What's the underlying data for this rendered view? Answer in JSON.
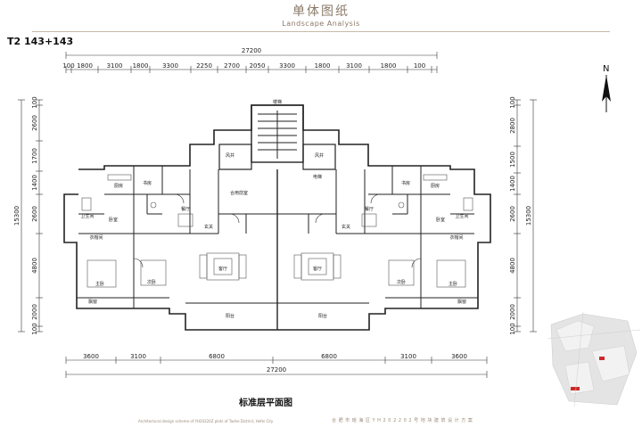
{
  "header": {
    "title": "单体图纸",
    "subtitle": "Landscape Analysis"
  },
  "plan_label": "T2 143+143",
  "plan_title": "标准层平面图",
  "compass_letter": "N",
  "footer": {
    "left": "Architectural design scheme of YH20220Z plots of Taohe District, Hefei City",
    "right": "合 肥 市 瑶 海 区 Y H 2 0 2 2 0 2 号 地 块 建 筑 设 计 方 案"
  },
  "dimensions": {
    "top_total": "27200",
    "top_segments": [
      "100",
      "1800",
      "3100",
      "1800",
      "3300",
      "2250",
      "2700",
      "2050",
      "3300",
      "1800",
      "3100",
      "1800",
      "100"
    ],
    "bottom_total": "27200",
    "bottom_segments": [
      "3600",
      "3100",
      "6800",
      "6800",
      "3100",
      "3600"
    ],
    "left_total": "15300",
    "left_segments": [
      "100",
      "2600",
      "1700",
      "1400",
      "2600",
      "4800",
      "2000",
      "100"
    ],
    "right_total": "15300",
    "right_segments": [
      "100",
      "2800",
      "1500",
      "1400",
      "2600",
      "4800",
      "2000",
      "100"
    ]
  },
  "rooms": {
    "kitchen_l": "厨房",
    "kitchen_r": "厨房",
    "living_l": "客厅",
    "living_r": "客厅",
    "dining_l": "餐厅",
    "dining_r": "餐厅",
    "bed1_l": "主卧",
    "bed2_l": "次卧",
    "bed1_r": "主卧",
    "bed2_r": "次卧",
    "study_l": "书房",
    "study_r": "书房",
    "bath_l": "卫生间",
    "bath_r": "卫生间",
    "balcony_l": "阳台",
    "balcony_r": "阳台",
    "entry_l": "玄关",
    "entry_r": "玄关",
    "lobby": "合用前室",
    "elevator": "电梯",
    "stair": "楼梯",
    "shaft_l": "风井",
    "shaft_r": "风井",
    "bay_l": "飘窗",
    "bay_r": "飘窗",
    "walkin_l": "衣帽间",
    "walkin_r": "衣帽间",
    "dim_bed_l": "卧室",
    "dim_bed_r": "卧室"
  }
}
